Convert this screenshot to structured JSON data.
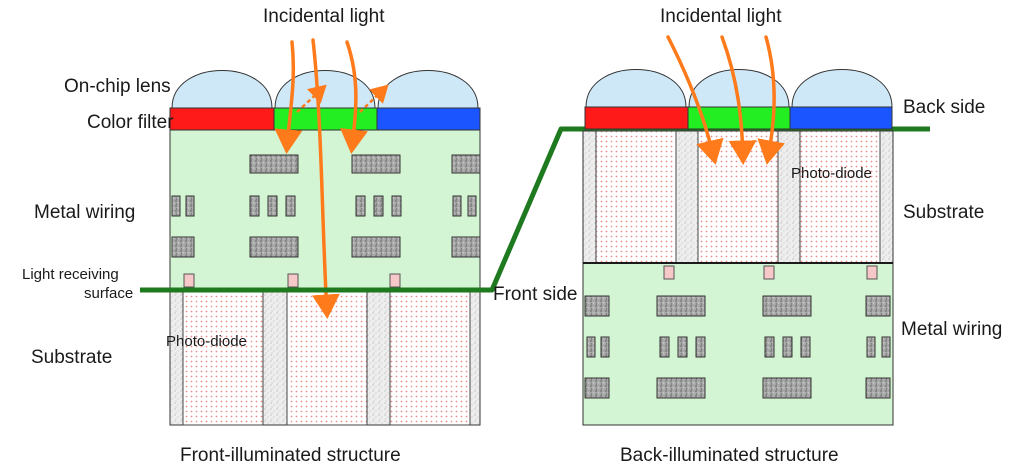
{
  "colors": {
    "lens": "#cfe8f7",
    "green_layer": "#d3f5d3",
    "filter_red": "#ff1a1a",
    "filter_green": "#22ee22",
    "filter_blue": "#1a55ff",
    "light_arrow": "#ff7a1a",
    "surface_line": "#1f7a1f",
    "photodiode_dot": "#e89090",
    "metal_block": "#9a9a9a",
    "contact": "#f7c8c8"
  },
  "front": {
    "incidental_light": "Incidental light",
    "on_chip_lens": "On-chip lens",
    "color_filter": "Color filter",
    "metal_wiring": "Metal wiring",
    "light_receiving_surface_line1": "Light receiving",
    "light_receiving_surface_line2": "surface",
    "photo_diode": "Photo-diode",
    "substrate": "Substrate",
    "caption": "Front-illuminated structure"
  },
  "connector": {
    "front_side": "Front side"
  },
  "back": {
    "incidental_light": "Incidental light",
    "back_side": "Back side",
    "photo_diode": "Photo-diode",
    "substrate": "Substrate",
    "metal_wiring": "Metal wiring",
    "caption": "Back-illuminated structure"
  }
}
